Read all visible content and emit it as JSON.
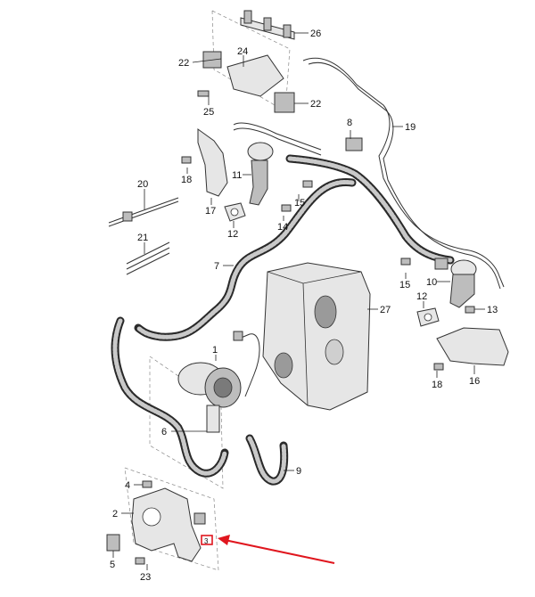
{
  "labels": {
    "l1": "1",
    "l2": "2",
    "l4": "4",
    "l5": "5",
    "l6": "6",
    "l7": "7",
    "l8": "8",
    "l9": "9",
    "l10": "10",
    "l11": "11",
    "l12a": "12",
    "l12b": "12",
    "l13": "13",
    "l14": "14",
    "l15a": "15",
    "l15b": "15",
    "l16": "16",
    "l17": "17",
    "l18a": "18",
    "l18b": "18",
    "l19": "19",
    "l20": "20",
    "l21": "21",
    "l22a": "22",
    "l22b": "22",
    "l23": "23",
    "l24": "24",
    "l25": "25",
    "l26": "26",
    "l27": "27"
  },
  "colors": {
    "arrow": "#e0161e",
    "highlight": "#e0161e"
  },
  "icons": {
    "callout": "red-arrow-icon"
  }
}
